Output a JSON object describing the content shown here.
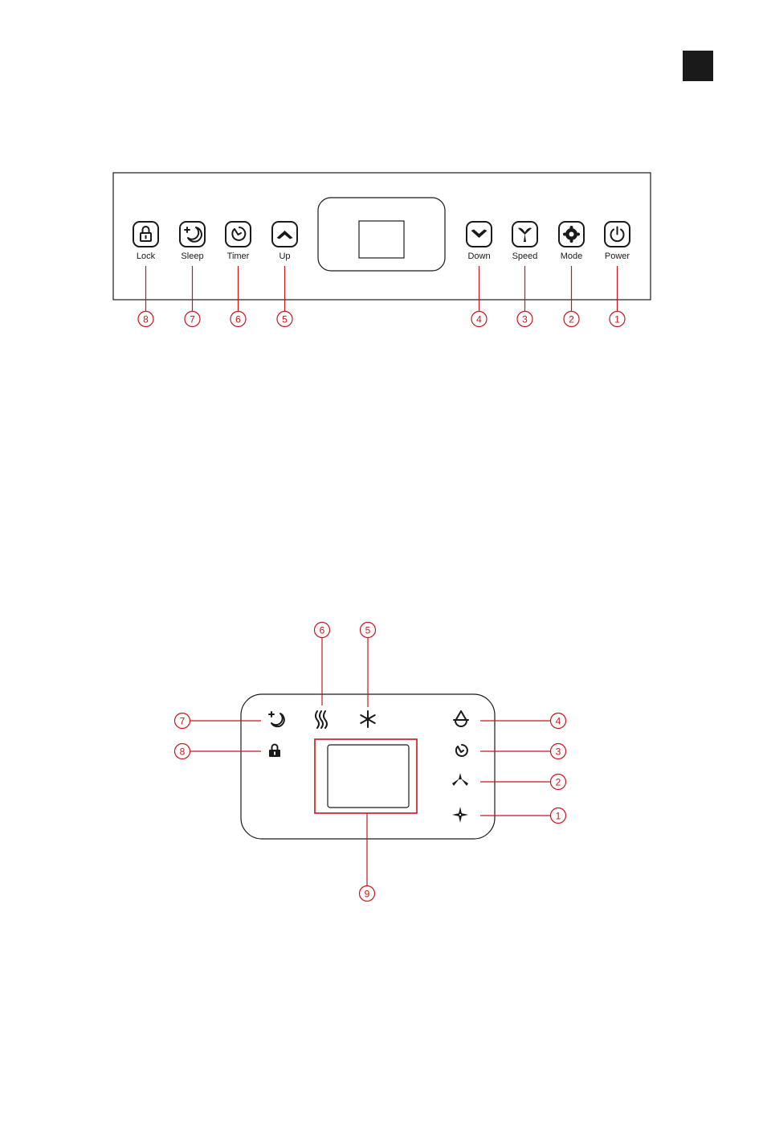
{
  "colors": {
    "line": "#1a1a1a",
    "callout": "#c8161d"
  },
  "control_panel": {
    "buttons": [
      {
        "label": "Lock",
        "number": "8",
        "icon": "lock-icon"
      },
      {
        "label": "Sleep",
        "number": "7",
        "icon": "sleep-icon"
      },
      {
        "label": "Timer",
        "number": "6",
        "icon": "timer-icon"
      },
      {
        "label": "Up",
        "number": "5",
        "icon": "chevron-up-icon"
      },
      {
        "label": "Down",
        "number": "4",
        "icon": "chevron-down-icon"
      },
      {
        "label": "Speed",
        "number": "3",
        "icon": "fan-speed-icon"
      },
      {
        "label": "Mode",
        "number": "2",
        "icon": "mode-icon"
      },
      {
        "label": "Power",
        "number": "1",
        "icon": "power-icon"
      }
    ]
  },
  "display_panel": {
    "callouts": {
      "n6": "6",
      "n5": "5",
      "n7": "7",
      "n8": "8",
      "n4": "4",
      "n3": "3",
      "n2": "2",
      "n1": "1",
      "n9": "9"
    },
    "indicators": {
      "sleep": "sleep-indicator-icon",
      "heat": "heat-indicator-icon",
      "cool": "snowflake-icon",
      "lock": "lock-indicator-icon",
      "dehumidify": "water-drop-icon",
      "timer": "timer-indicator-icon",
      "fan_low": "fan-low-icon",
      "fan_high": "fan-high-icon"
    }
  }
}
